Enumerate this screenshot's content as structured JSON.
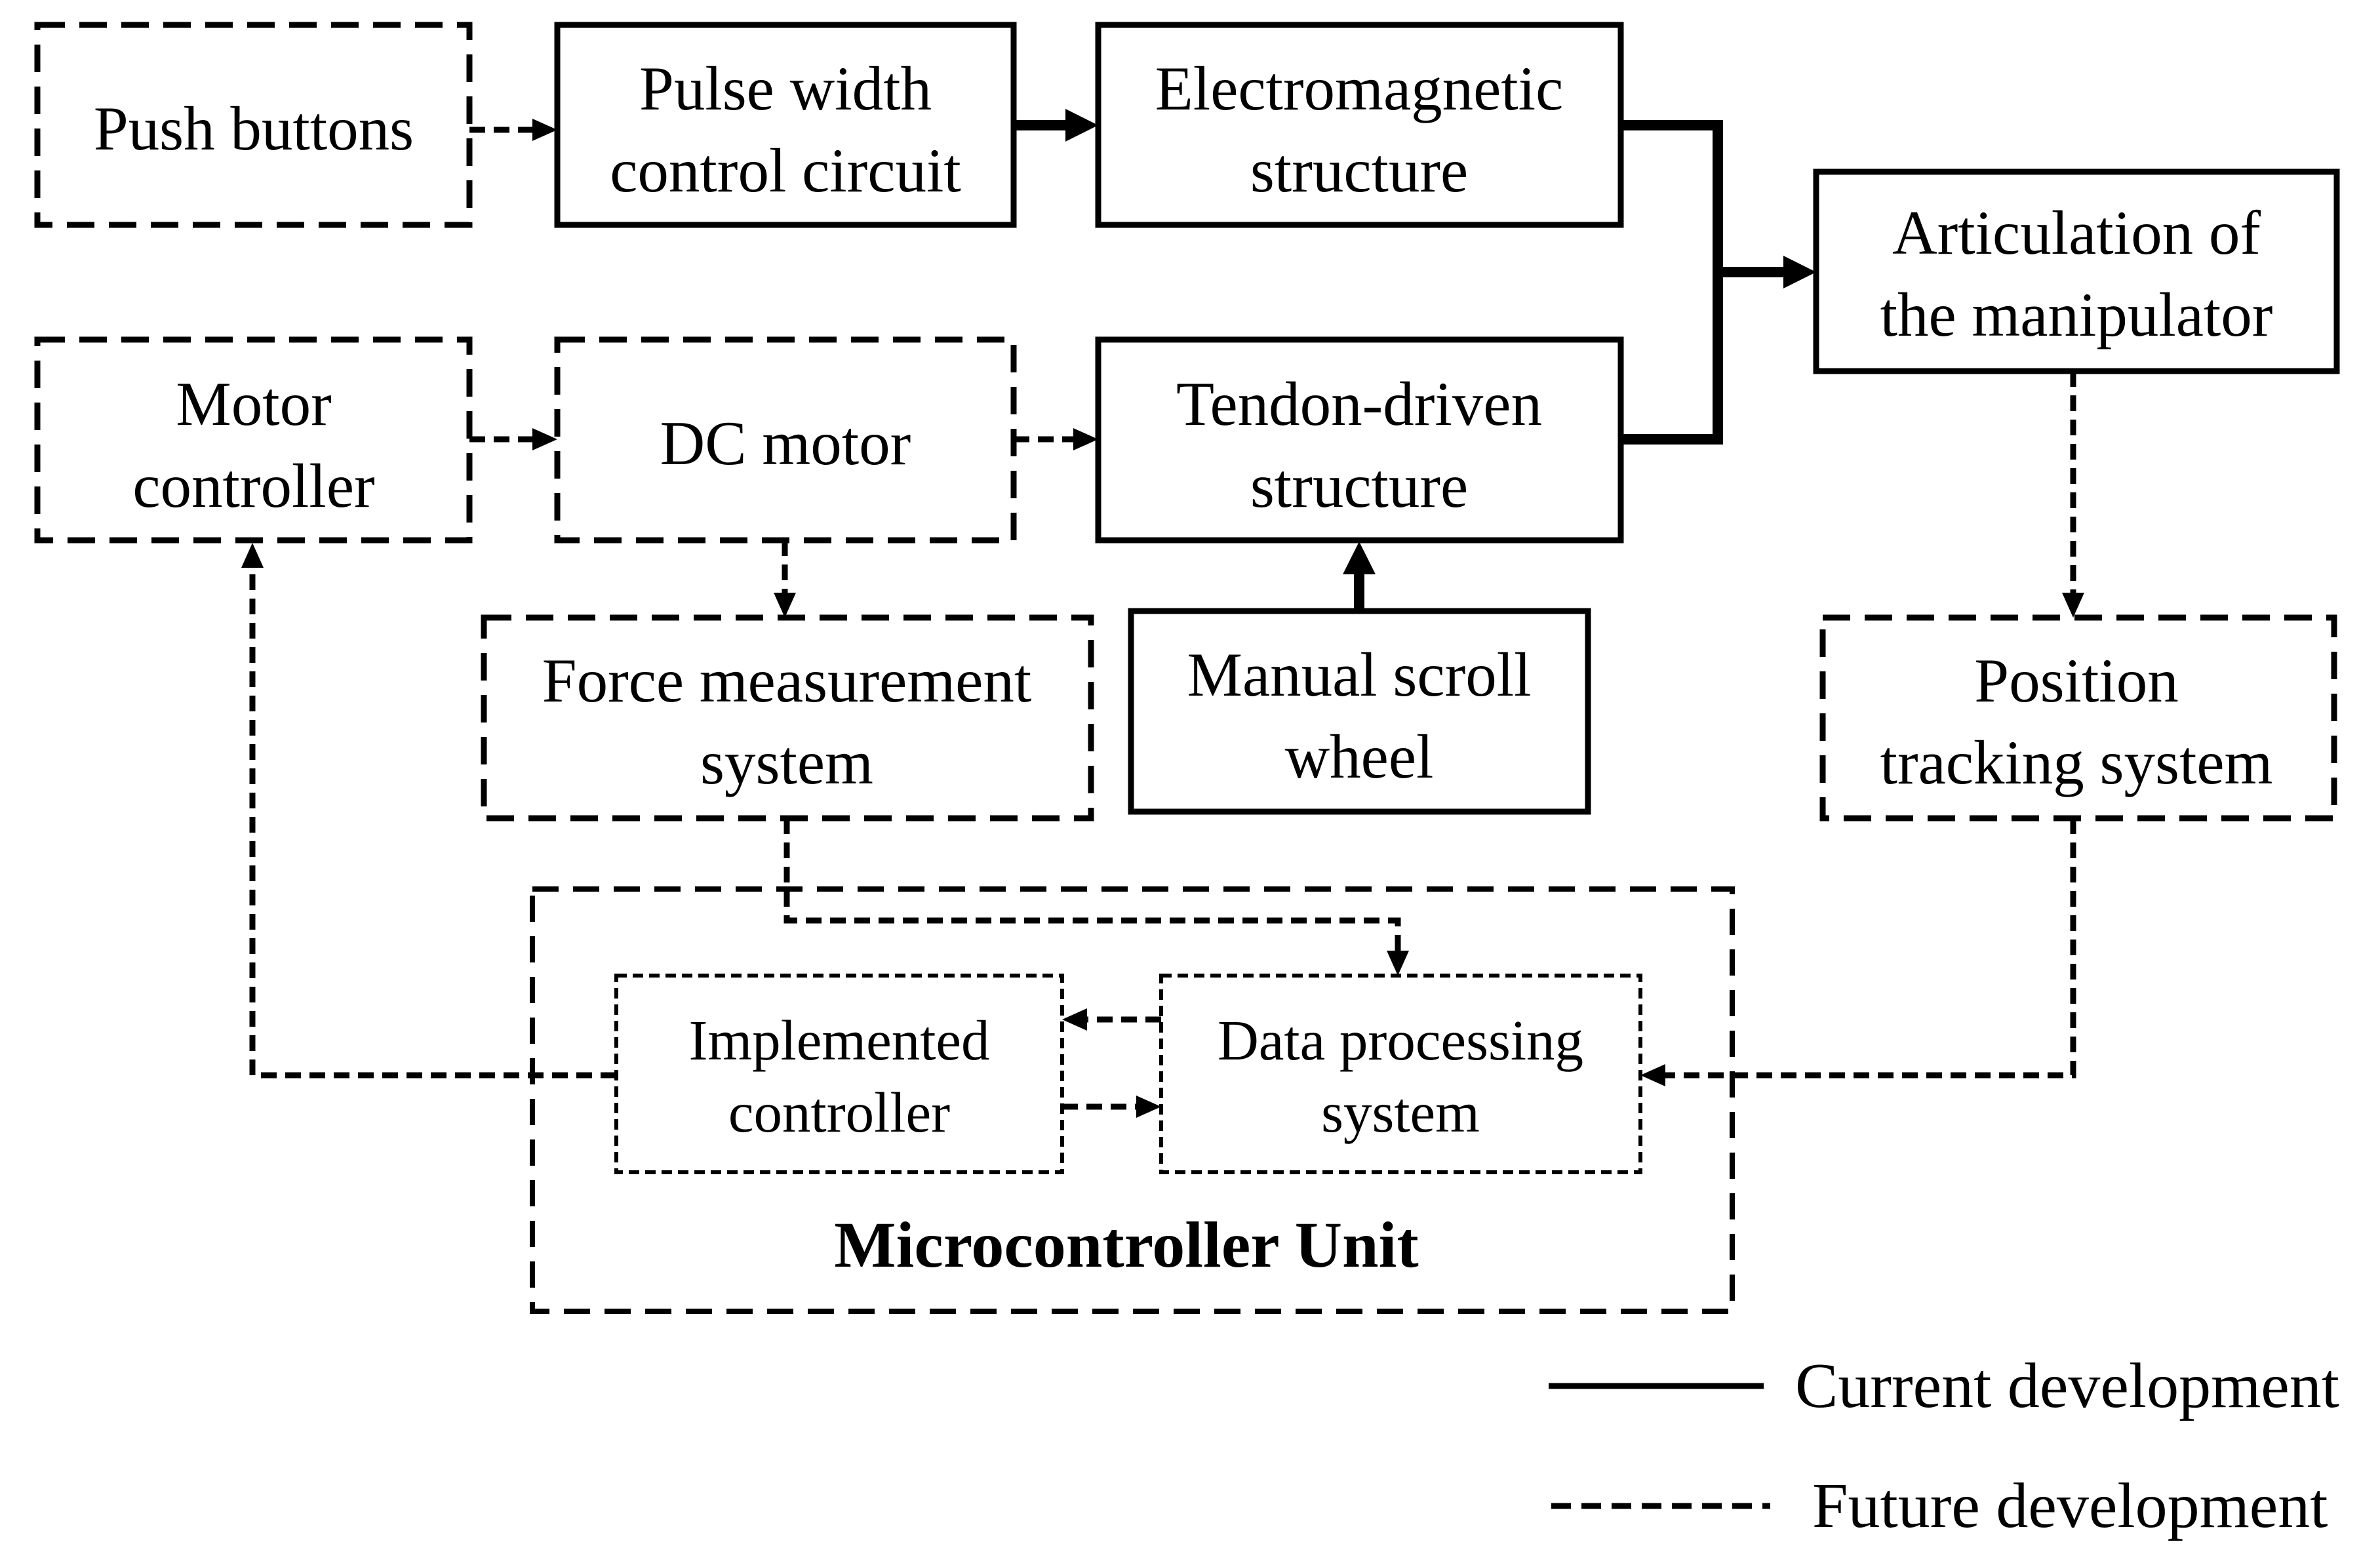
{
  "boxes": {
    "push_buttons": {
      "lines": [
        "Push buttons"
      ]
    },
    "pwm_circuit": {
      "lines": [
        "Pulse width",
        "control circuit"
      ]
    },
    "electromagnetic": {
      "lines": [
        "Electromagnetic",
        "structure"
      ]
    },
    "articulation": {
      "lines": [
        "Articulation of",
        "the manipulator"
      ]
    },
    "motor_controller": {
      "lines": [
        "Motor",
        "controller"
      ]
    },
    "dc_motor": {
      "lines": [
        "DC motor"
      ]
    },
    "tendon": {
      "lines": [
        "Tendon-driven",
        "structure"
      ]
    },
    "force_measurement": {
      "lines": [
        "Force measurement",
        "system"
      ]
    },
    "scroll_wheel": {
      "lines": [
        "Manual scroll",
        "wheel"
      ]
    },
    "position_tracking": {
      "lines": [
        "Position",
        "tracking system"
      ]
    },
    "mcu": {
      "title": "Microcontroller Unit"
    },
    "implemented_controller": {
      "lines": [
        "Implemented",
        "controller"
      ]
    },
    "data_processing": {
      "lines": [
        "Data processing",
        "system"
      ]
    }
  },
  "legend": {
    "current": "Current development",
    "future": "Future development"
  }
}
